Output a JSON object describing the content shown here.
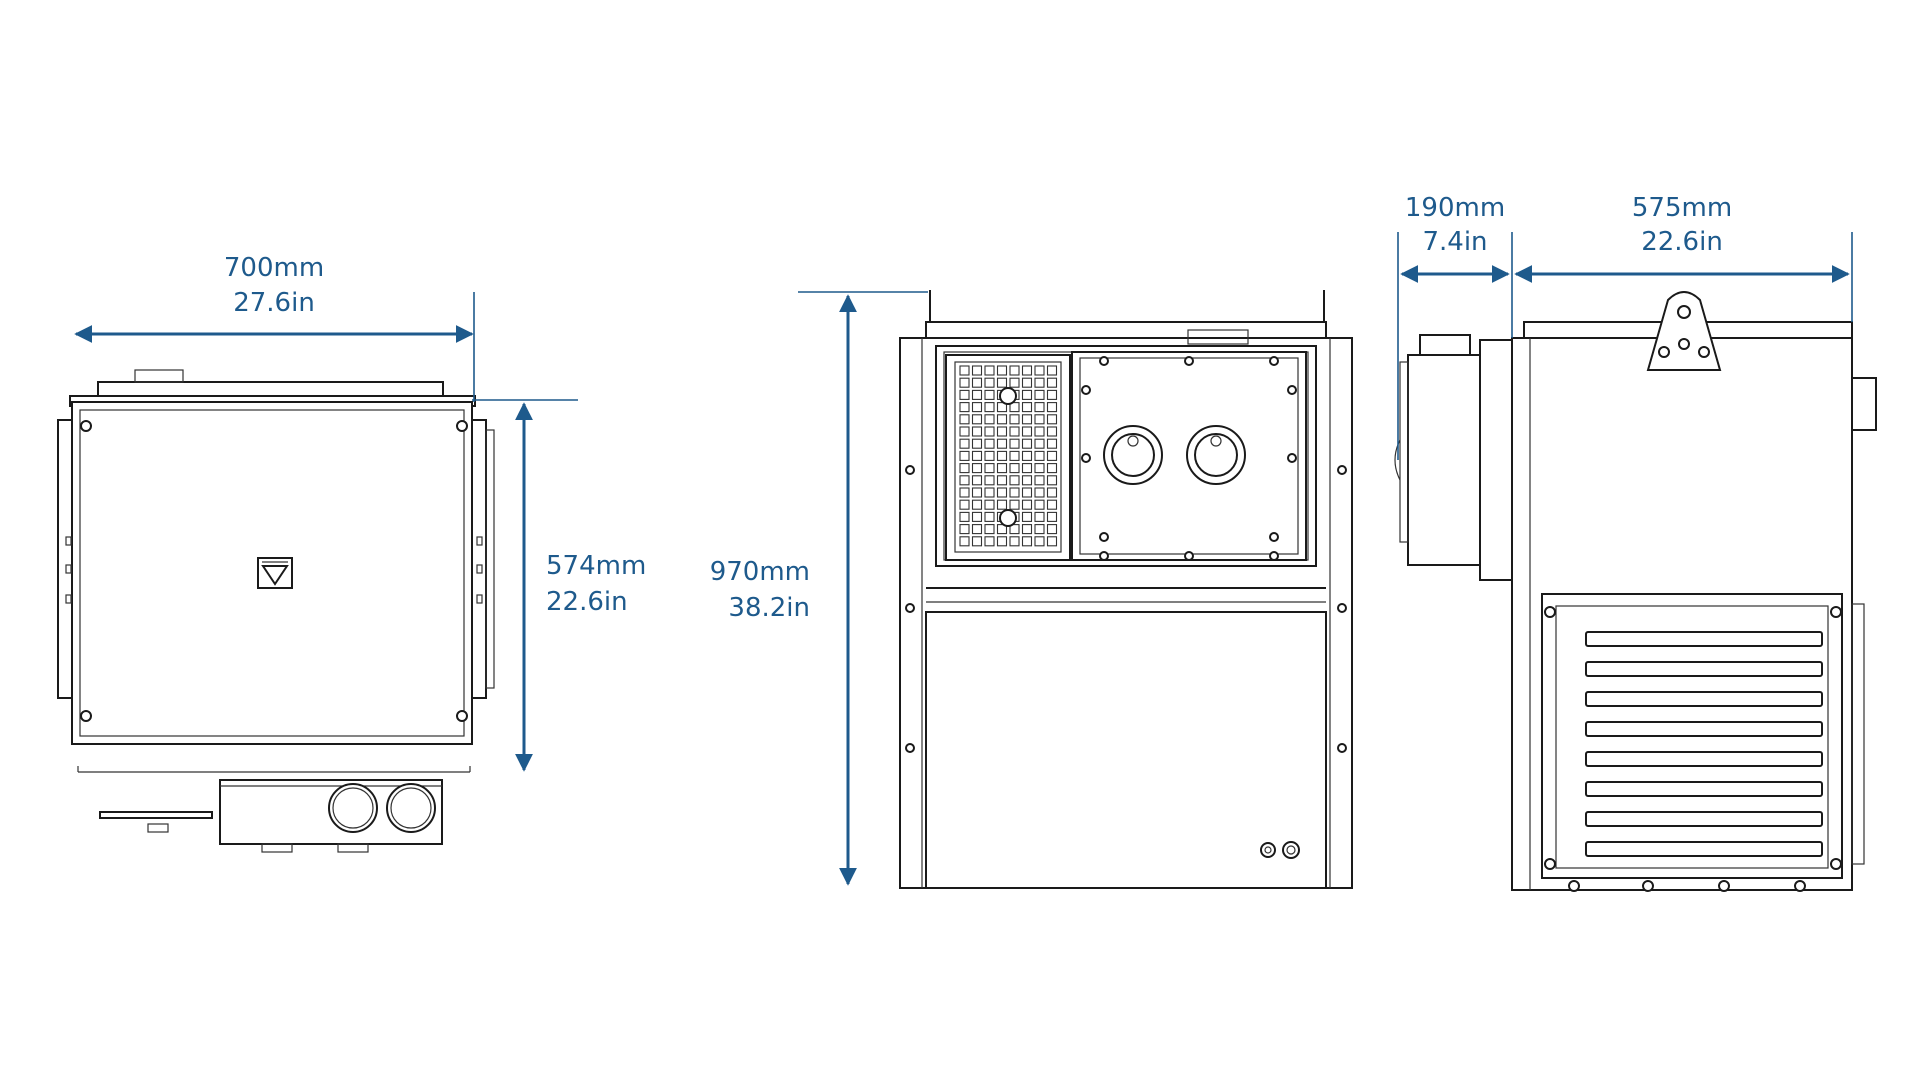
{
  "views": {
    "top": {
      "width_mm": "700mm",
      "width_in": "27.6in",
      "depth_mm": "574mm",
      "depth_in": "22.6in"
    },
    "front": {
      "height_mm": "970mm",
      "height_in": "38.2in"
    },
    "side": {
      "projection_mm": "190mm",
      "projection_in": "7.4in",
      "depth_mm": "575mm",
      "depth_in": "22.6in"
    }
  },
  "colors": {
    "dimension": "#1e5a8c",
    "linework": "#1a1a1a",
    "background": "#ffffff"
  },
  "icons": [
    "warning-triangle-icon"
  ]
}
